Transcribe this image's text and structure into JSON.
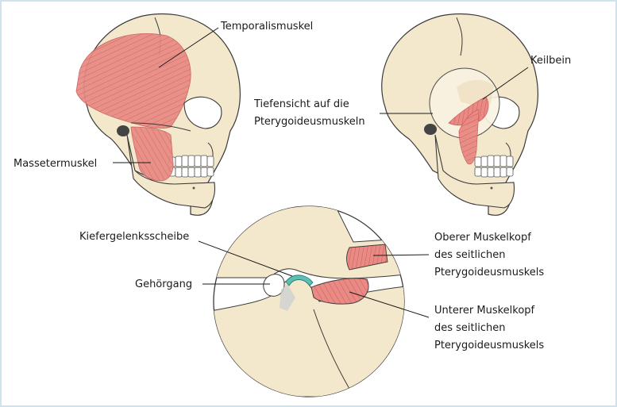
{
  "labels": {
    "temporalis": "Temporalismuskel",
    "masseter": "Massetermuskel",
    "keilbein": "Keilbein",
    "deep_view": [
      "Tiefensicht auf die",
      "Pterygoideusmuskeln"
    ],
    "disc": "Kiefergelenksscheibe",
    "ear_canal": "Gehörgang",
    "upper_head": [
      "Oberer Muskelkopf",
      "des seitlichen",
      "Pterygoideusmuskels"
    ],
    "lower_head": [
      "Unterer Muskelkopf",
      "des seitlichen",
      "Pterygoideusmuskels"
    ]
  },
  "colors": {
    "bone": "#f4e8cc",
    "bone_shadow": "#e4d3ac",
    "muscle": "#e98a84",
    "muscle_light": "#f2aba6",
    "muscle_stripe": "#c95d5a",
    "outline": "#3a3a3a",
    "disc": "#5bbfb3",
    "frame": "#cfe3ee"
  }
}
